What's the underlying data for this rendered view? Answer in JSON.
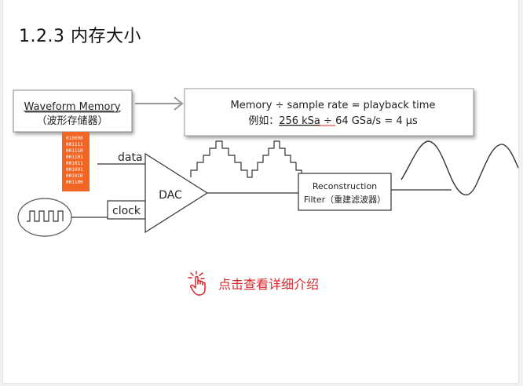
{
  "heading": "1.2.3 内存大小",
  "diagram": {
    "waveform_memory": {
      "title": "Waveform Memory",
      "subtitle": "（波形存储器）"
    },
    "memory_bits": [
      "010000",
      "001111",
      "001110",
      "001101",
      "001011",
      "001001",
      "001010",
      "001100"
    ],
    "formula_line1": "Memory ÷ sample rate = playback time",
    "formula_line2_prefix": "例如：",
    "formula_line2_value1": "256 kSa",
    "formula_line2_rest": " ÷ 64 GSa/s = 4 μs",
    "data_label": "data",
    "clock_label": "clock",
    "dac_label": "DAC",
    "filter_line1": "Reconstruction",
    "filter_line2": "Filter（重建滤波器）"
  },
  "link": {
    "text": "点击查看详细介绍",
    "icon": "hand-pointer-icon"
  },
  "colors": {
    "accent": "#d9252b",
    "memory_chip": "#f26522"
  }
}
